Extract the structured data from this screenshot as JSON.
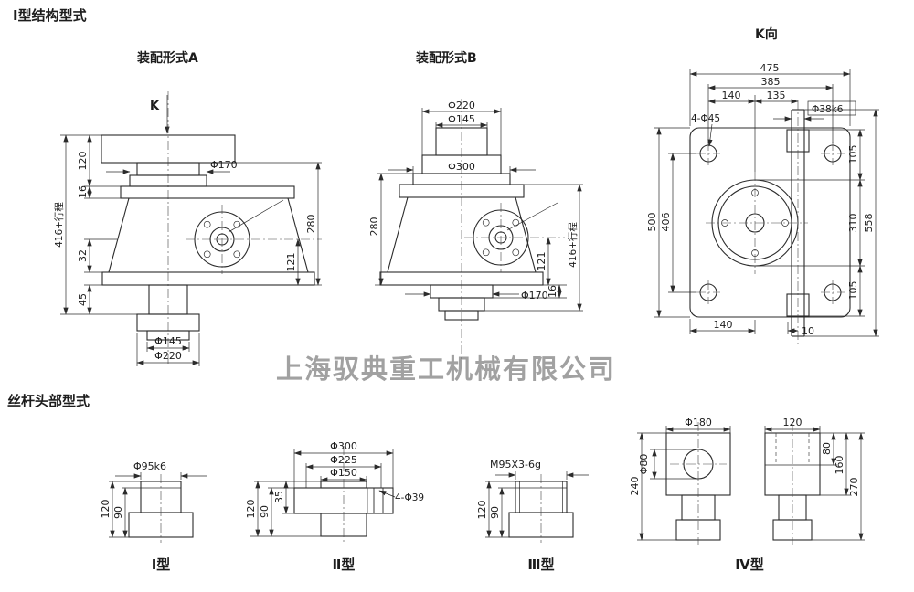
{
  "page": {
    "section1_title": "Ⅰ型结构型式",
    "section2_title": "丝杆头部型式",
    "watermark": "上海驭典重工机械有限公司"
  },
  "assembly_a": {
    "title": "装配形式A",
    "k_label": "K",
    "dims": {
      "d170": "Φ170",
      "h120": "120",
      "h16": "16",
      "h32": "32",
      "h45": "45",
      "stroke": "416+行程",
      "h280": "280",
      "h121": "121",
      "d145": "Φ145",
      "d220": "Φ220"
    }
  },
  "assembly_b": {
    "title": "装配形式B",
    "dims": {
      "d220": "Φ220",
      "d145": "Φ145",
      "d300": "Φ300",
      "h280": "280",
      "h121": "121",
      "stroke": "416+行程",
      "d170": "Φ170",
      "h16": "16"
    }
  },
  "k_view": {
    "title": "K向",
    "dims": {
      "w475": "475",
      "w385": "385",
      "w140_top": "140",
      "w135": "135",
      "d38": "Φ38k6",
      "holes": "4-Φ45",
      "h105_top": "105",
      "h310": "310",
      "h105_bot": "105",
      "h558": "558",
      "h500": "500",
      "h406": "406",
      "w140_bot": "140",
      "w10": "10"
    }
  },
  "head1": {
    "label": "Ⅰ型",
    "dims": {
      "d95": "Φ95k6",
      "h120": "120",
      "h90": "90"
    }
  },
  "head2": {
    "label": "Ⅱ型",
    "dims": {
      "d300": "Φ300",
      "d225": "Φ225",
      "d150": "Φ150",
      "h35": "35",
      "h90": "90",
      "h120": "120",
      "holes": "4-Φ39"
    }
  },
  "head3": {
    "label": "Ⅲ型",
    "dims": {
      "thread": "M95X3-6g",
      "h120": "120",
      "h90": "90"
    }
  },
  "head4": {
    "label": "Ⅳ型",
    "dims": {
      "d180": "Φ180",
      "d80": "Φ80",
      "h240": "240",
      "w120": "120",
      "h80": "80",
      "h160": "160",
      "h270": "270"
    }
  }
}
